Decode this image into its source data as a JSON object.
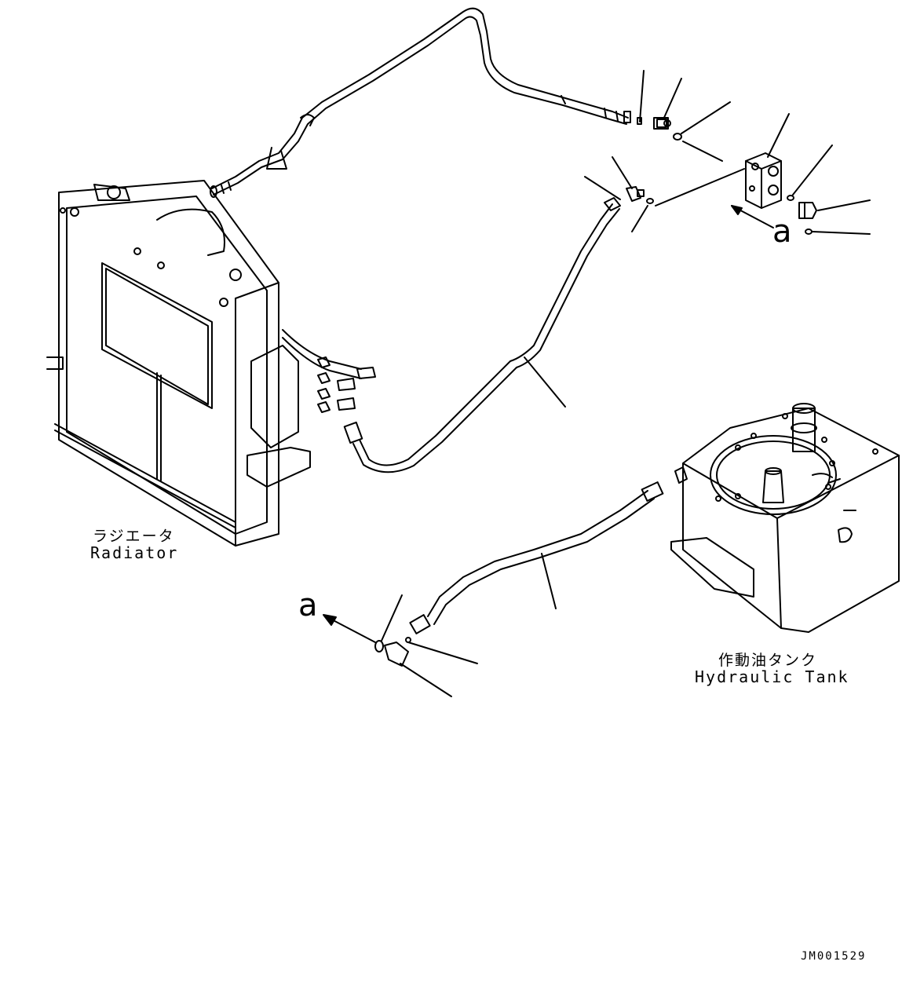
{
  "radiator": {
    "label_jp": "ラジエータ",
    "label_en": "Radiator"
  },
  "tank": {
    "label_jp": "作動油タンク",
    "label_en": "Hydraulic Tank"
  },
  "refs": {
    "top_a": "a",
    "bottom_a": "a"
  },
  "drawing_number": "JM001529"
}
